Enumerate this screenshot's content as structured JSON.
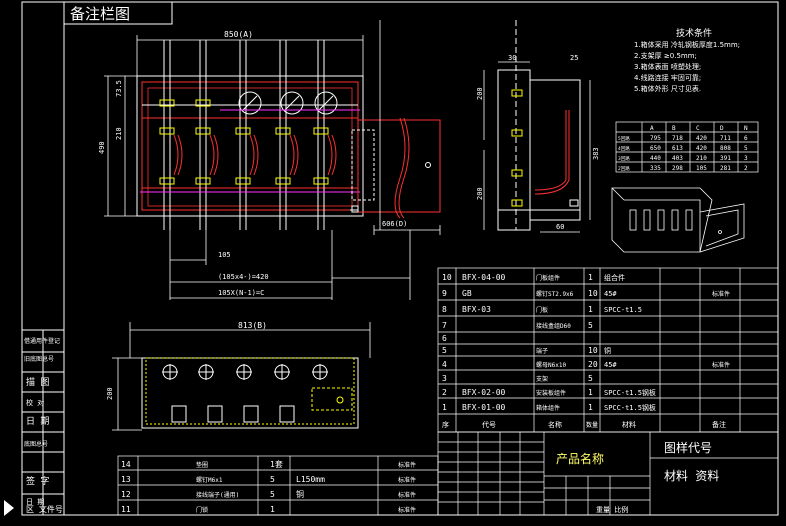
{
  "header_title": "备注栏图",
  "tech_requirements": {
    "title": "技术条件",
    "items": [
      "1.箱体采用 冷轧钢板厚度1.5mm;",
      "2.支架厚 ≥0.5mm;",
      "3.箱体表面 喷塑处理;",
      "4.线路连接 牢固可靠;",
      "5.箱体外形 尺寸见表."
    ]
  },
  "dims": {
    "top_width": "850(A)",
    "h_73": "73.5",
    "h_210": "210",
    "h_490": "490",
    "d105": "105",
    "formula1": "(105x4-)=420",
    "formula2": "105X(N-1)=C",
    "depth": "606(D)",
    "bot_width": "813(B)",
    "h_200": "200",
    "side_200a": "200",
    "side_200b": "200",
    "side_30": "30",
    "side_25": "25",
    "side_60": "60",
    "side_383": "383"
  },
  "size_table": {
    "headers": [
      "",
      "A",
      "B",
      "C",
      "D",
      "N"
    ],
    "rows": [
      [
        "5回路",
        "795",
        "718",
        "420",
        "711",
        "6"
      ],
      [
        "4回路",
        "650",
        "613",
        "420",
        "808",
        "5"
      ],
      [
        "3回路",
        "440",
        "403",
        "210",
        "391",
        "3"
      ],
      [
        "2回路",
        "335",
        "298",
        "105",
        "281",
        "2"
      ]
    ]
  },
  "parts": [
    {
      "no": "10",
      "code": "BFX-04-00",
      "name": "门板组件",
      "qty": "1",
      "mat": "组合件",
      "note": ""
    },
    {
      "no": "9",
      "code": "GB",
      "name": "螺钉ST2.9x6",
      "qty": "10",
      "mat": "45#",
      "note": "标准件"
    },
    {
      "no": "8",
      "code": "BFX-03",
      "name": "门板",
      "qty": "1",
      "mat": "SPCC-t1.5",
      "note": ""
    },
    {
      "no": "7",
      "code": "",
      "name": "接线盒组D60",
      "qty": "5",
      "mat": "",
      "note": ""
    },
    {
      "no": "6",
      "code": "",
      "name": "",
      "qty": "",
      "mat": "",
      "note": ""
    },
    {
      "no": "5",
      "code": "",
      "name": "端子",
      "qty": "10",
      "mat": "铜",
      "note": ""
    },
    {
      "no": "4",
      "code": "",
      "name": "螺母N6x10",
      "qty": "20",
      "mat": "45#",
      "note": "标准件"
    },
    {
      "no": "3",
      "code": "",
      "name": "支架",
      "qty": "5",
      "mat": "",
      "note": ""
    },
    {
      "no": "2",
      "code": "BFX-02-00",
      "name": "安装板组件",
      "qty": "1",
      "mat": "SPCC-t1.5钢板",
      "note": ""
    },
    {
      "no": "1",
      "code": "BFX-01-00",
      "name": "箱体组件",
      "qty": "1",
      "mat": "SPCC-t1.5钢板",
      "note": ""
    }
  ],
  "parts_header": {
    "no": "序",
    "code": "代号",
    "name": "名称",
    "qty": "数量",
    "mat": "材料",
    "note": "备注"
  },
  "lower_parts": [
    {
      "no": "14",
      "name": "垫圈",
      "qty": "1套",
      "mat": "",
      "note": "标准件"
    },
    {
      "no": "13",
      "name": "螺钉M6x1",
      "qty": "5",
      "mat": "L150mm",
      "note": "标准件"
    },
    {
      "no": "12",
      "name": "接线端子(通用)",
      "qty": "5",
      "mat": "铜",
      "note": "标准件"
    },
    {
      "no": "11",
      "name": "门锁",
      "qty": "1",
      "mat": "",
      "note": "标准件"
    }
  ],
  "title_block": {
    "product_name": "产品名称",
    "drawing_code": "图样代号",
    "material": "材料 资料",
    "scale_label": "重量 比例"
  },
  "left_strip": [
    "借通用件登记",
    "旧底图总号",
    "描 图",
    "校 对",
    "日 期",
    "底图总号",
    "签 字",
    "日 期"
  ],
  "bottom_left": "区 文件号"
}
